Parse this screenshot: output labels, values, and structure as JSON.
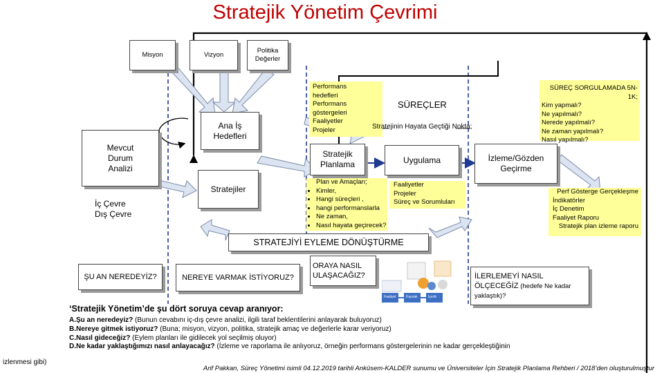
{
  "title": "Stratejik Yönetim Çevrimi",
  "top_boxes": {
    "misyon": "Misyon",
    "vizyon": "Vizyon",
    "politika": [
      "Politika",
      "Değerler"
    ]
  },
  "ana_is": [
    "Ana İş",
    "Hedefleri"
  ],
  "mevcut": [
    "Mevcut",
    "Durum",
    "Analizi"
  ],
  "stratejiler": "Stratejiler",
  "cevre": [
    "İç Çevre",
    "Dış Çevre"
  ],
  "performans_lines": [
    "Performans",
    "hedefleri",
    "Performans",
    "göstergeleri",
    "Faaliyetler",
    "Projeler"
  ],
  "surecler": "SÜREÇLER",
  "hayata_gectigi": "Stratejinin Hayata Geçtiği Nokta;",
  "surec_sorgulama": [
    "SÜREÇ SORGULAMADA 5N-1K;",
    "Kim yapmalı?",
    "Ne yapılmalı?",
    "Nerede yapılmalı?",
    "Ne zaman yapılmalı?",
    "Nasıl yapılmalı?"
  ],
  "stratejik_planlama": [
    "Stratejik",
    "Planlama"
  ],
  "uygulama": "Uygulama",
  "izleme": [
    "İzleme/Gözden",
    "Geçirme"
  ],
  "plan_list": {
    "head": "Plan ve Amaçları;",
    "items": [
      "Kimler,",
      "Hangi süreçleri ,",
      "hangi performanslarla",
      "Ne zaman,",
      "Nasıl hayata geçirecek?"
    ]
  },
  "faaliyet_lines": [
    "Faaliyetler",
    "Projeler",
    "Süreç ve Sorumluları"
  ],
  "perf_gosterge": [
    "Perf Gösterge Gerçekleşme",
    "İndikatörler",
    "İç Denetim",
    "Faaliyet Raporu",
    "Stratejik plan izleme raporu"
  ],
  "eyleme": "STRATEJİYİ EYLEME DÖNÜŞTÜRME",
  "questions": {
    "q1": "ŞU AN NEREDEYİZ?",
    "q2": "NEREYE VARMAK İSTİYORUZ?",
    "q3": [
      "ORAYA NASIL",
      "ULAŞACAĞIZ?"
    ],
    "q4_l1": "İLERLEMEYİ NASIL",
    "q4_l2a": "ÖLÇECEĞİZ",
    "q4_l2b": " (hedefe Ne kadar",
    "q4_l3": "yaklaştık)?"
  },
  "thumb_labels": [
    "Faaliyet",
    "Kaynak",
    "İçerik"
  ],
  "heading": "‘Stratejik Yönetim’de şu dört soruya cevap aranıyor:",
  "lines": [
    {
      "b": "A.Şu an neredeyiz?",
      "r": " (Bunun cevabını iç-dış çevre analizi, ilgili taraf beklentilerini anlayarak buluyoruz)"
    },
    {
      "b": "B.Nereye gitmek istiyoruz?",
      "r": " (Buna; misyon, vizyon, politika, stratejik amaç ve değerlerle karar veriyoruz)"
    },
    {
      "b": "C.Nasıl gideceğiz?",
      "r": " (Eylem planları ile gidilecek yol seçilmiş oluyor)"
    },
    {
      "b": "D.Ne kadar yaklaştığımızı nasıl anlayacağız?",
      "r": " (İzleme ve raporlama ile anlıyoruz, örneğin performans göstergelerinin ne kadar gerçekleştiğinin"
    },
    {
      "b": "",
      "r": "izlenmesi gibi)"
    }
  ],
  "footer": "Arif Pakkan, Süreç Yönetimi isimli 04.12.2019 tarihli Anküsem-KALDER sunumu ve Üniversiteler İçin Stratejik Planlama Rehberi / 2018’den oluşturulmuştur",
  "colors": {
    "title": "#c00000",
    "note": "#ffff99",
    "arrow_blue": "#1f3a93",
    "block_arrow": "#dce4f2"
  }
}
